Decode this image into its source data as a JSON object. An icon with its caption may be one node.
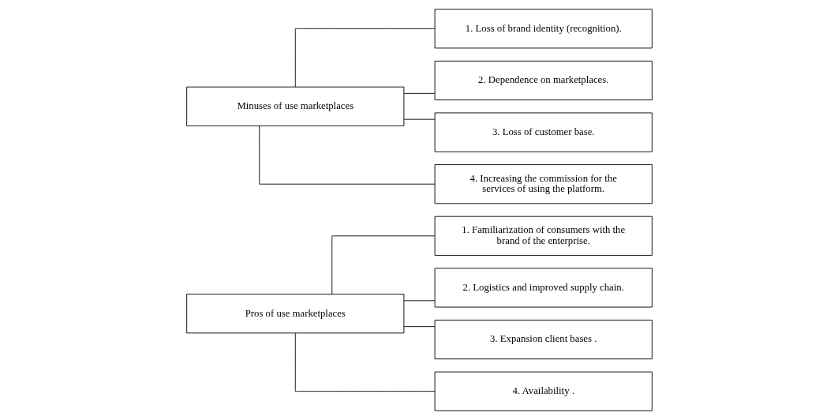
{
  "diagram": {
    "nodes": [
      {
        "text": [
          "Pros of use marketplaces"
        ]
      },
      {
        "text": [
          "1. Familiarization of consumers with the brand of the enterprise."
        ]
      },
      {
        "text": [
          "2. Logistics and improved supply chain."
        ]
      },
      {
        "text": [
          "3. Expansion client bases ."
        ]
      },
      {
        "text": [
          "4. Availability ."
        ]
      },
      {
        "text": [
          "Minuses of use marketplaces"
        ]
      },
      {
        "text": [
          "1. Loss of brand identity (recognition)."
        ]
      },
      {
        "text": [
          "2. Dependence on marketplaces."
        ]
      },
      {
        "text": [
          "3. Loss of customer base."
        ]
      },
      {
        "text": [
          "4. Increasing the commission for the services of using the platform."
        ]
      }
    ],
    "edges": [
      {
        "from": 0,
        "to": 1,
        "arrow": "none"
      },
      {
        "from": 0,
        "to": 2,
        "arrow": "none"
      },
      {
        "from": 0,
        "to": 3,
        "arrow": "none"
      },
      {
        "from": 0,
        "to": 4,
        "arrow": "none"
      },
      {
        "from": 5,
        "to": 6,
        "arrow": "none"
      },
      {
        "from": 5,
        "to": 7,
        "arrow": "none"
      },
      {
        "from": 5,
        "to": 8,
        "arrow": "none"
      },
      {
        "from": 5,
        "to": 9,
        "arrow": "none"
      }
    ]
  }
}
